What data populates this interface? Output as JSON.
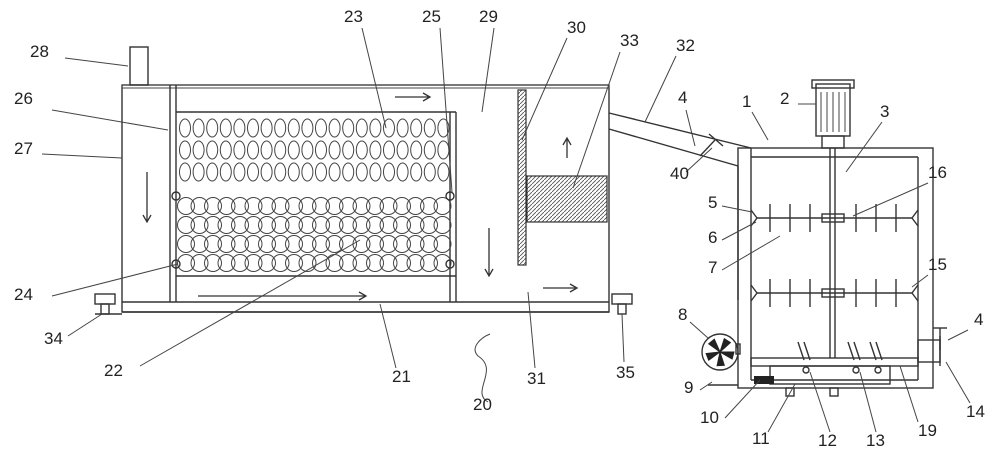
{
  "figure": {
    "colors": {
      "stroke": "#333333",
      "background": "#ffffff",
      "hatch": "#555555"
    },
    "labels": {
      "l1": "1",
      "l2": "2",
      "l3": "3",
      "l4a": "4",
      "l4b": "4",
      "l5": "5",
      "l6": "6",
      "l7": "7",
      "l8": "8",
      "l9": "9",
      "l10": "10",
      "l11": "11",
      "l12": "12",
      "l13": "13",
      "l14": "14",
      "l15": "15",
      "l16": "16",
      "l19": "19",
      "l20": "20",
      "l21": "21",
      "l22": "22",
      "l23": "23",
      "l24": "24",
      "l25": "25",
      "l26": "26",
      "l27": "27",
      "l28": "28",
      "l29": "29",
      "l30": "30",
      "l31": "31",
      "l32": "32",
      "l33": "33",
      "l34": "34",
      "l35": "35",
      "l40": "40"
    }
  }
}
